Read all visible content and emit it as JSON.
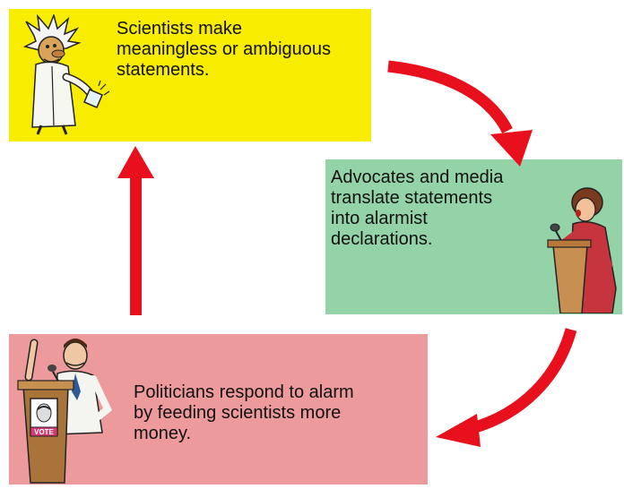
{
  "boxes": {
    "scientists": {
      "text": "Scientists make\nmeaningless or ambiguous\nstatements.",
      "color": "#f8ec00"
    },
    "advocates": {
      "text": "Advocates and media\ntranslate statements\ninto alarmist\ndeclarations.",
      "color": "#93d3a7"
    },
    "politicians": {
      "text": "Politicians respond to alarm\nby feeding scientists more\nmoney.",
      "color": "#ec9a9c"
    }
  },
  "poster_text": "VOTE",
  "illustrations": {
    "scientist": "scientist-figure",
    "advocate": "speaker-at-podium-figure",
    "politician": "politician-at-podium-figure"
  },
  "arrow_color": "#e8101c"
}
